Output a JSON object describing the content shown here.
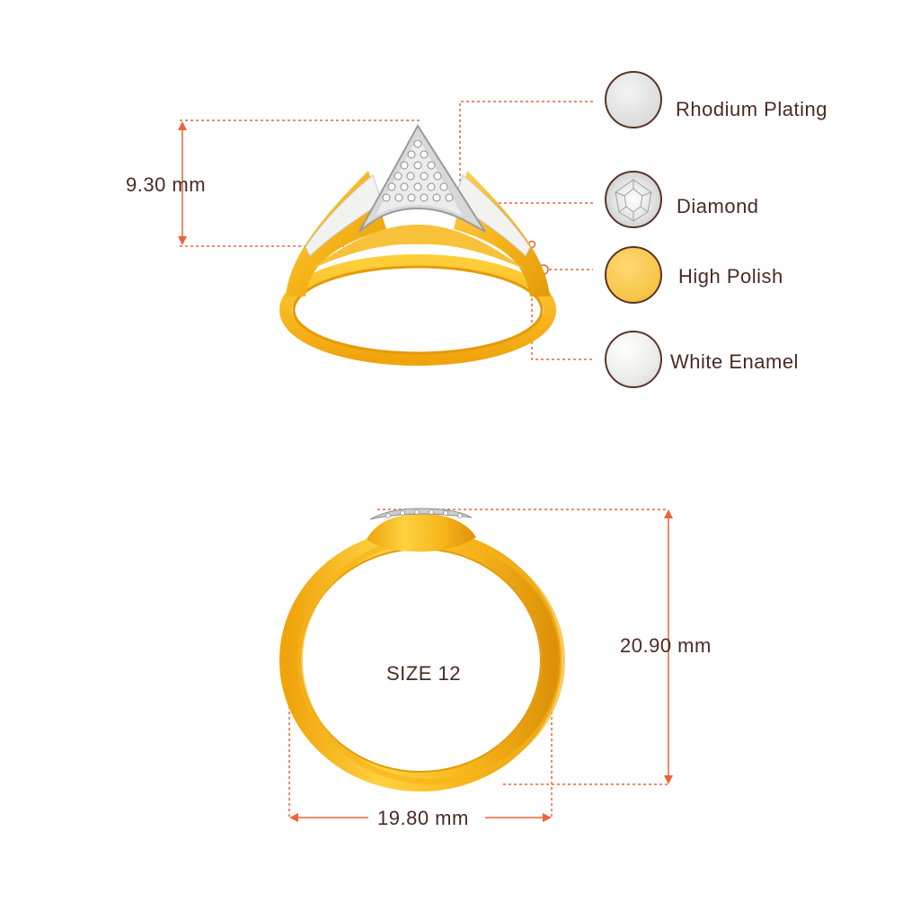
{
  "dimensions": {
    "height_top": "9.30 mm",
    "height_front": "20.90 mm",
    "width_front": "19.80 mm",
    "size": "SIZE 12"
  },
  "legend": [
    {
      "label": "Rhodium Plating",
      "icon": "rhodium-swatch-icon",
      "color": "#e6e6e6"
    },
    {
      "label": "Diamond",
      "icon": "diamond-swatch-icon",
      "color": "#dcdcdc"
    },
    {
      "label": "High Polish",
      "icon": "high-polish-swatch-icon",
      "color": "#f7c64a"
    },
    {
      "label": "White Enamel",
      "icon": "white-enamel-swatch-icon",
      "color": "#f2f2f0"
    }
  ],
  "colors": {
    "accent_line": "#e8663a",
    "gold": "#f6b419",
    "gold_dark": "#d98f06",
    "text": "#4a2a22"
  }
}
